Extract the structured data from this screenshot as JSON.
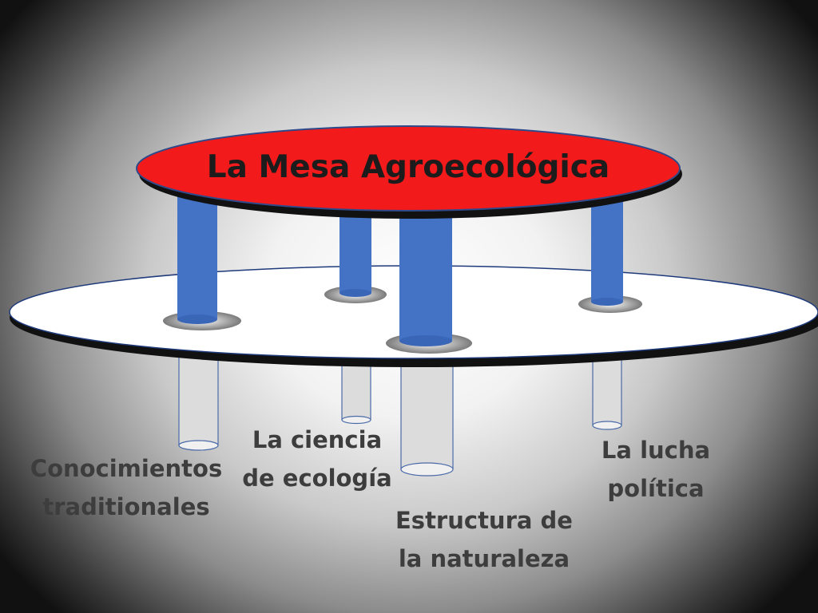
{
  "title": "La Mesa Agroecológica",
  "pillars": [
    {
      "id": "conocimientos",
      "label": "Conocimientos\ntraditionales"
    },
    {
      "id": "ciencia",
      "label": "La ciencia\nde ecología"
    },
    {
      "id": "estructura",
      "label": "Estructura de\nla naturaleza"
    },
    {
      "id": "lucha",
      "label": "La lucha\npolítica"
    }
  ],
  "colors": {
    "tabletop": "#f21a1a",
    "pillar": "#4472c4",
    "base_disk": "#ffffff",
    "outline": "#2f4a8a"
  }
}
